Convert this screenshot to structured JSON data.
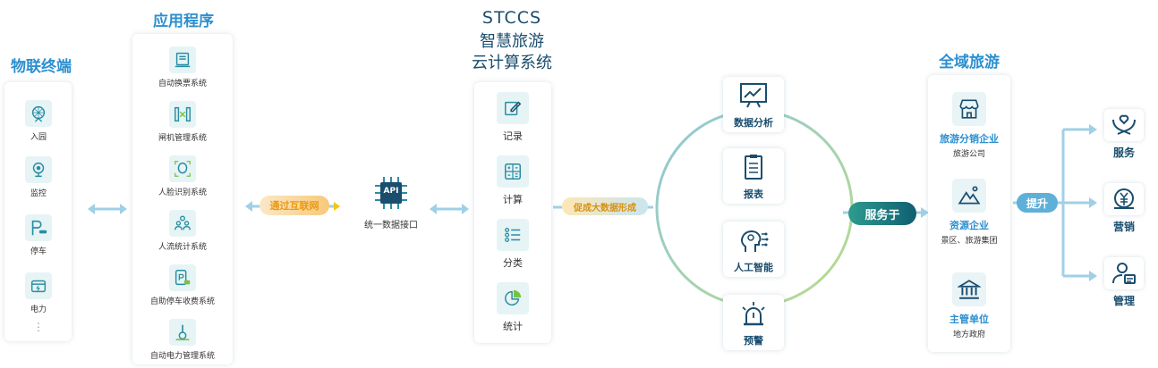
{
  "headings": {
    "iot": "物联终端",
    "apps": "应用程序",
    "stccs": "STCCS",
    "stccs_l2": "智慧旅游",
    "stccs_l3": "云计算系统",
    "tourism": "全域旅游"
  },
  "iot_items": [
    {
      "label": "入园",
      "icon": "ferris-wheel-icon"
    },
    {
      "label": "监控",
      "icon": "camera-icon"
    },
    {
      "label": "停车",
      "icon": "parking-icon"
    },
    {
      "label": "电力",
      "icon": "power-icon"
    }
  ],
  "iot_more": "⋮",
  "apps": [
    {
      "label": "自动换票系统",
      "icon": "ticket-machine-icon"
    },
    {
      "label": "闸机管理系统",
      "icon": "gate-icon"
    },
    {
      "label": "人脸识别系统",
      "icon": "face-scan-icon"
    },
    {
      "label": "人流统计系统",
      "icon": "people-icon"
    },
    {
      "label": "自助停车收费系统",
      "icon": "parking-pay-icon"
    },
    {
      "label": "自动电力管理系统",
      "icon": "power-manage-icon"
    }
  ],
  "connectors": {
    "internet": "通过互联网",
    "api_chip": "API",
    "api_label": "统一数据接口",
    "bigdata": "促成大数据形成",
    "serve": "服务于",
    "upgrade": "提升"
  },
  "stccs_items": [
    {
      "label": "记录",
      "icon": "edit-icon"
    },
    {
      "label": "计算",
      "icon": "calculator-icon"
    },
    {
      "label": "分类",
      "icon": "list-icon"
    },
    {
      "label": "统计",
      "icon": "pie-chart-icon"
    }
  ],
  "circle_items": [
    {
      "label": "数据分析",
      "icon": "chart-board-icon"
    },
    {
      "label": "报表",
      "icon": "clipboard-icon"
    },
    {
      "label": "人工智能",
      "icon": "ai-head-icon"
    },
    {
      "label": "预警",
      "icon": "alarm-light-icon"
    }
  ],
  "tourism": [
    {
      "title": "旅游分销企业",
      "sub": "旅游公司",
      "icon": "shop-icon"
    },
    {
      "title": "资源企业",
      "sub": "景区、旅游集团",
      "icon": "mountain-icon"
    },
    {
      "title": "主管单位",
      "sub": "地方政府",
      "icon": "government-icon"
    }
  ],
  "outcomes": [
    {
      "label": "服务",
      "icon": "hands-heart-icon"
    },
    {
      "label": "营销",
      "icon": "yuan-icon"
    },
    {
      "label": "管理",
      "icon": "manager-icon"
    }
  ],
  "colors": {
    "heading": "#2b8fd0",
    "teal": "#28a7a0",
    "navy": "#1a4d6e",
    "arrow": "#9fd0e6"
  }
}
